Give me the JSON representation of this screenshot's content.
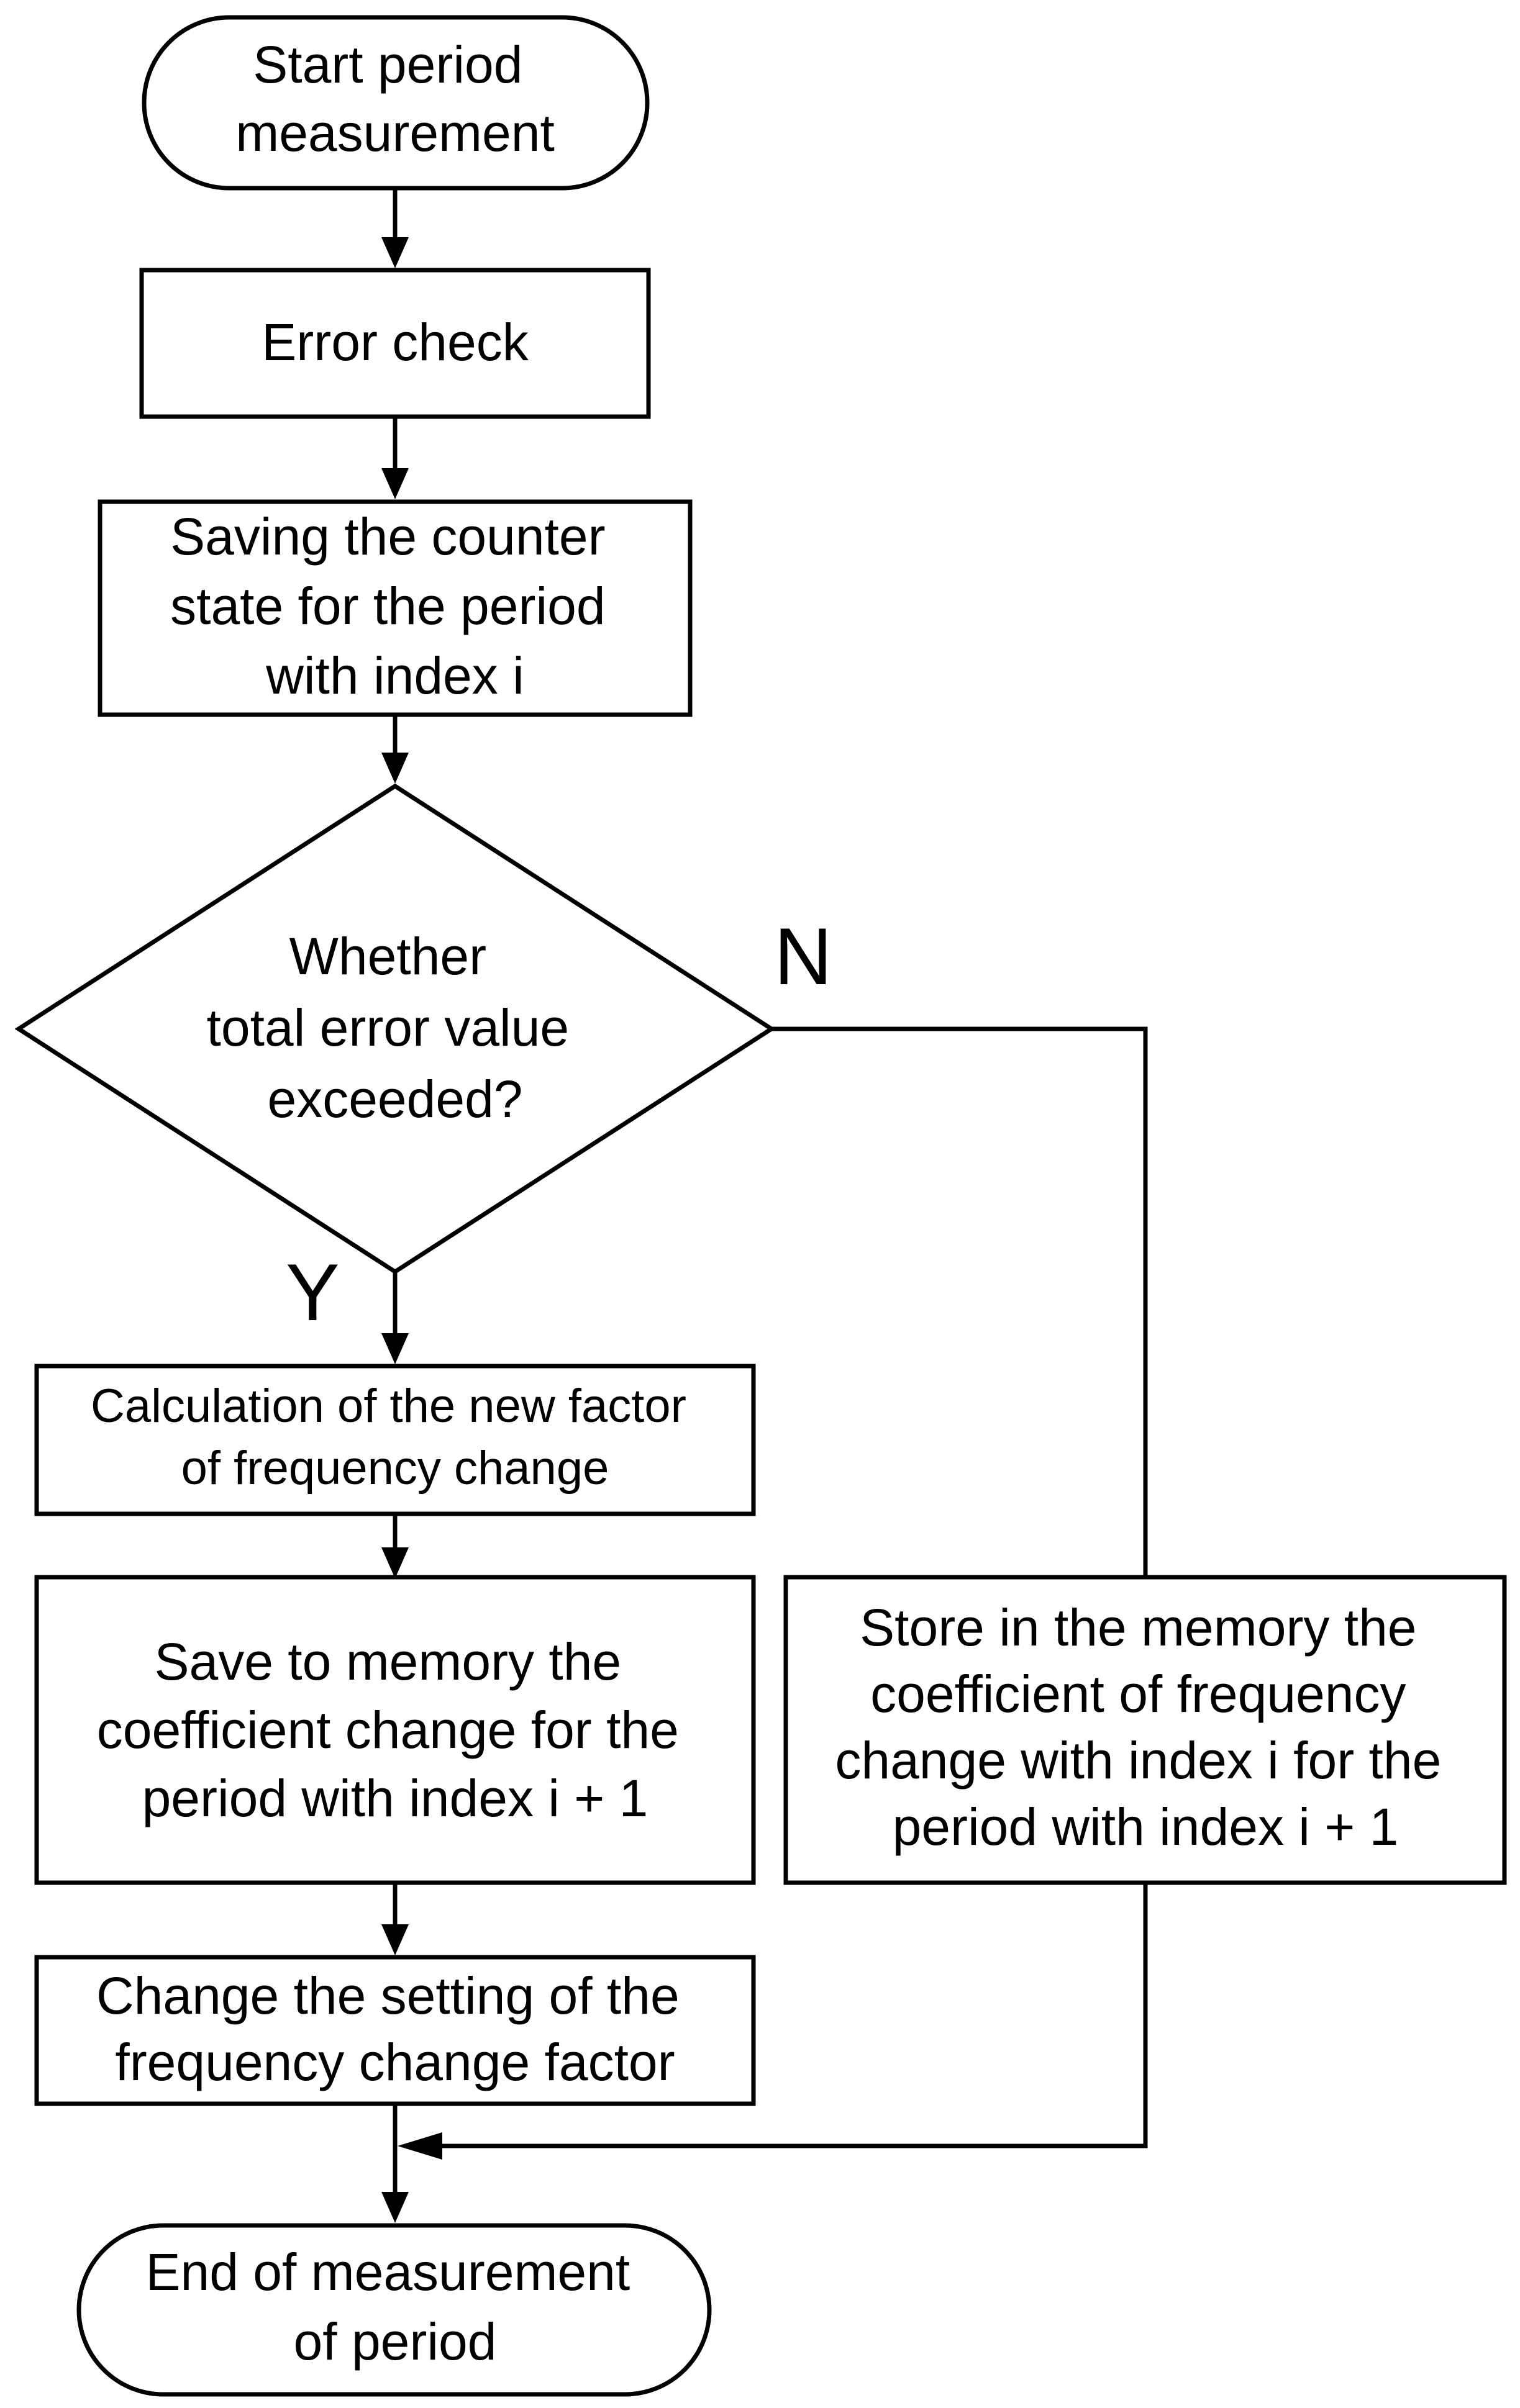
{
  "flowchart": {
    "start": {
      "lines": [
        "Start period",
        "measurement"
      ]
    },
    "error_check": {
      "lines": [
        "Error check"
      ]
    },
    "saving_counter": {
      "lines": [
        "Saving the counter",
        "state for the period",
        "with index i"
      ]
    },
    "decision": {
      "lines": [
        "Whether",
        "total error value",
        "exceeded?"
      ]
    },
    "branch_no": "N",
    "branch_yes": "Y",
    "calculation": {
      "lines": [
        "Calculation of the new factor",
        "of frequency change"
      ]
    },
    "save_memory": {
      "lines": [
        "Save to memory the",
        "coefficient change for the",
        "period with index i + 1"
      ]
    },
    "store_memory": {
      "lines": [
        "Store in the memory the",
        "coefficient of frequency",
        "change with index i for the",
        "period with index i + 1"
      ]
    },
    "change_setting": {
      "lines": [
        "Change the setting of the",
        "frequency change factor"
      ]
    },
    "end": {
      "lines": [
        "End of measurement",
        "of period"
      ]
    }
  }
}
